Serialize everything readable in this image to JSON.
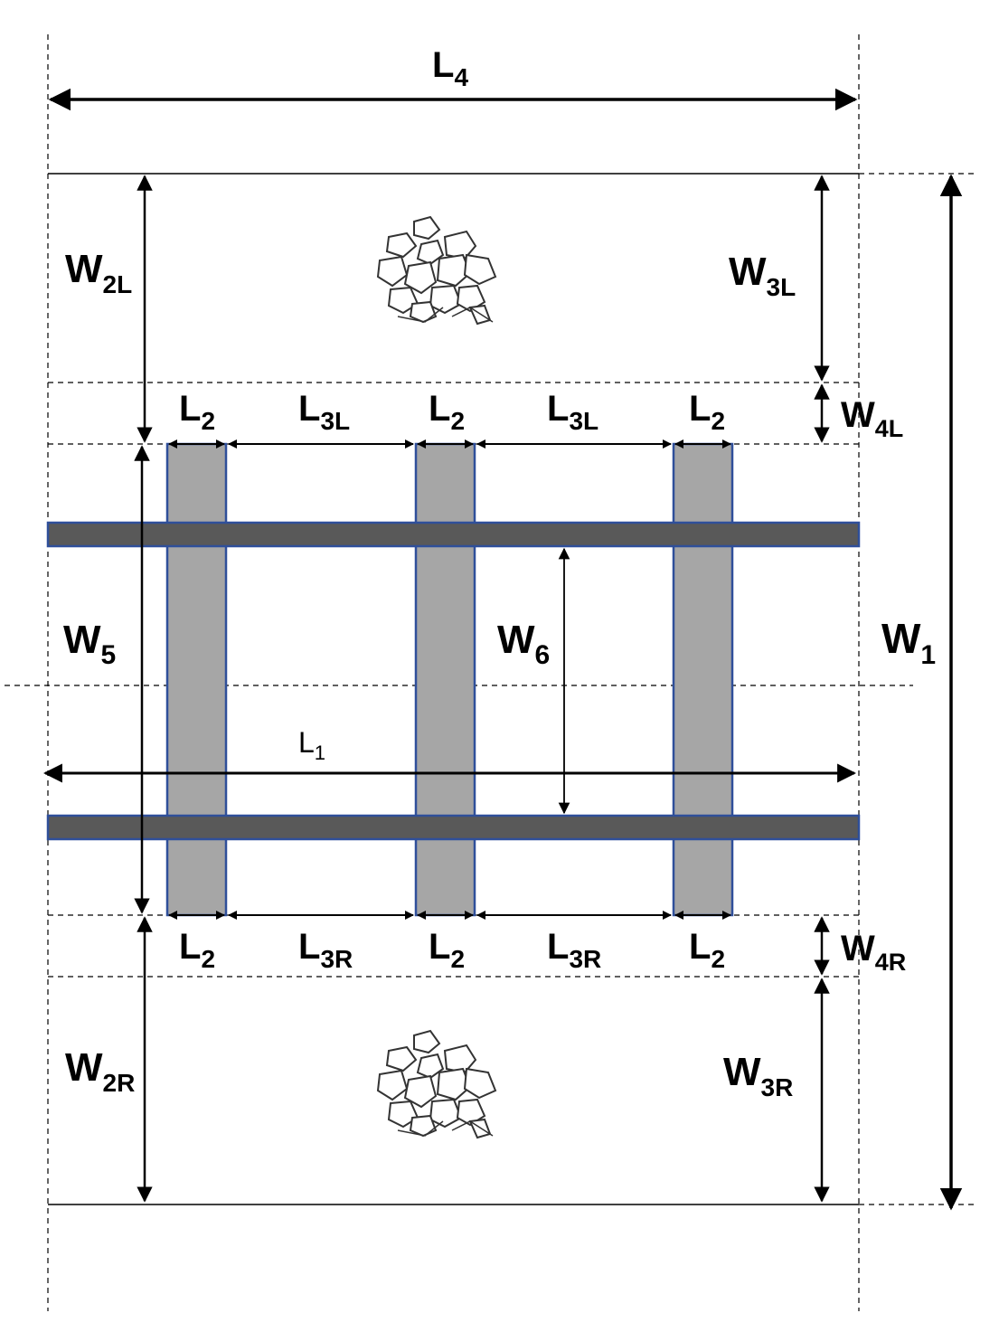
{
  "labels": {
    "L4": {
      "main": "L",
      "sub": "4"
    },
    "L1": {
      "main": "L",
      "sub": "1"
    },
    "W1": {
      "main": "W",
      "sub": "1"
    },
    "W2L": {
      "main": "W",
      "sub": "2L"
    },
    "W2R": {
      "main": "W",
      "sub": "2R"
    },
    "W3L": {
      "main": "W",
      "sub": "3L"
    },
    "W3R": {
      "main": "W",
      "sub": "3R"
    },
    "W4L": {
      "main": "W",
      "sub": "4L"
    },
    "W4R": {
      "main": "W",
      "sub": "4R"
    },
    "W5": {
      "main": "W",
      "sub": "5"
    },
    "W6": {
      "main": "W",
      "sub": "6"
    },
    "L2": {
      "main": "L",
      "sub": "2"
    },
    "L3L": {
      "main": "L",
      "sub": "3L"
    },
    "L3R": {
      "main": "L",
      "sub": "3R"
    }
  },
  "colors": {
    "rail": "#595959",
    "rail_border": "#2f4f9a",
    "sleeper": "#a6a6a6",
    "sleeper_border": "#2f4f9a",
    "line": "#000000"
  },
  "icons": {
    "ballast": "ballast-gravel-icon"
  }
}
